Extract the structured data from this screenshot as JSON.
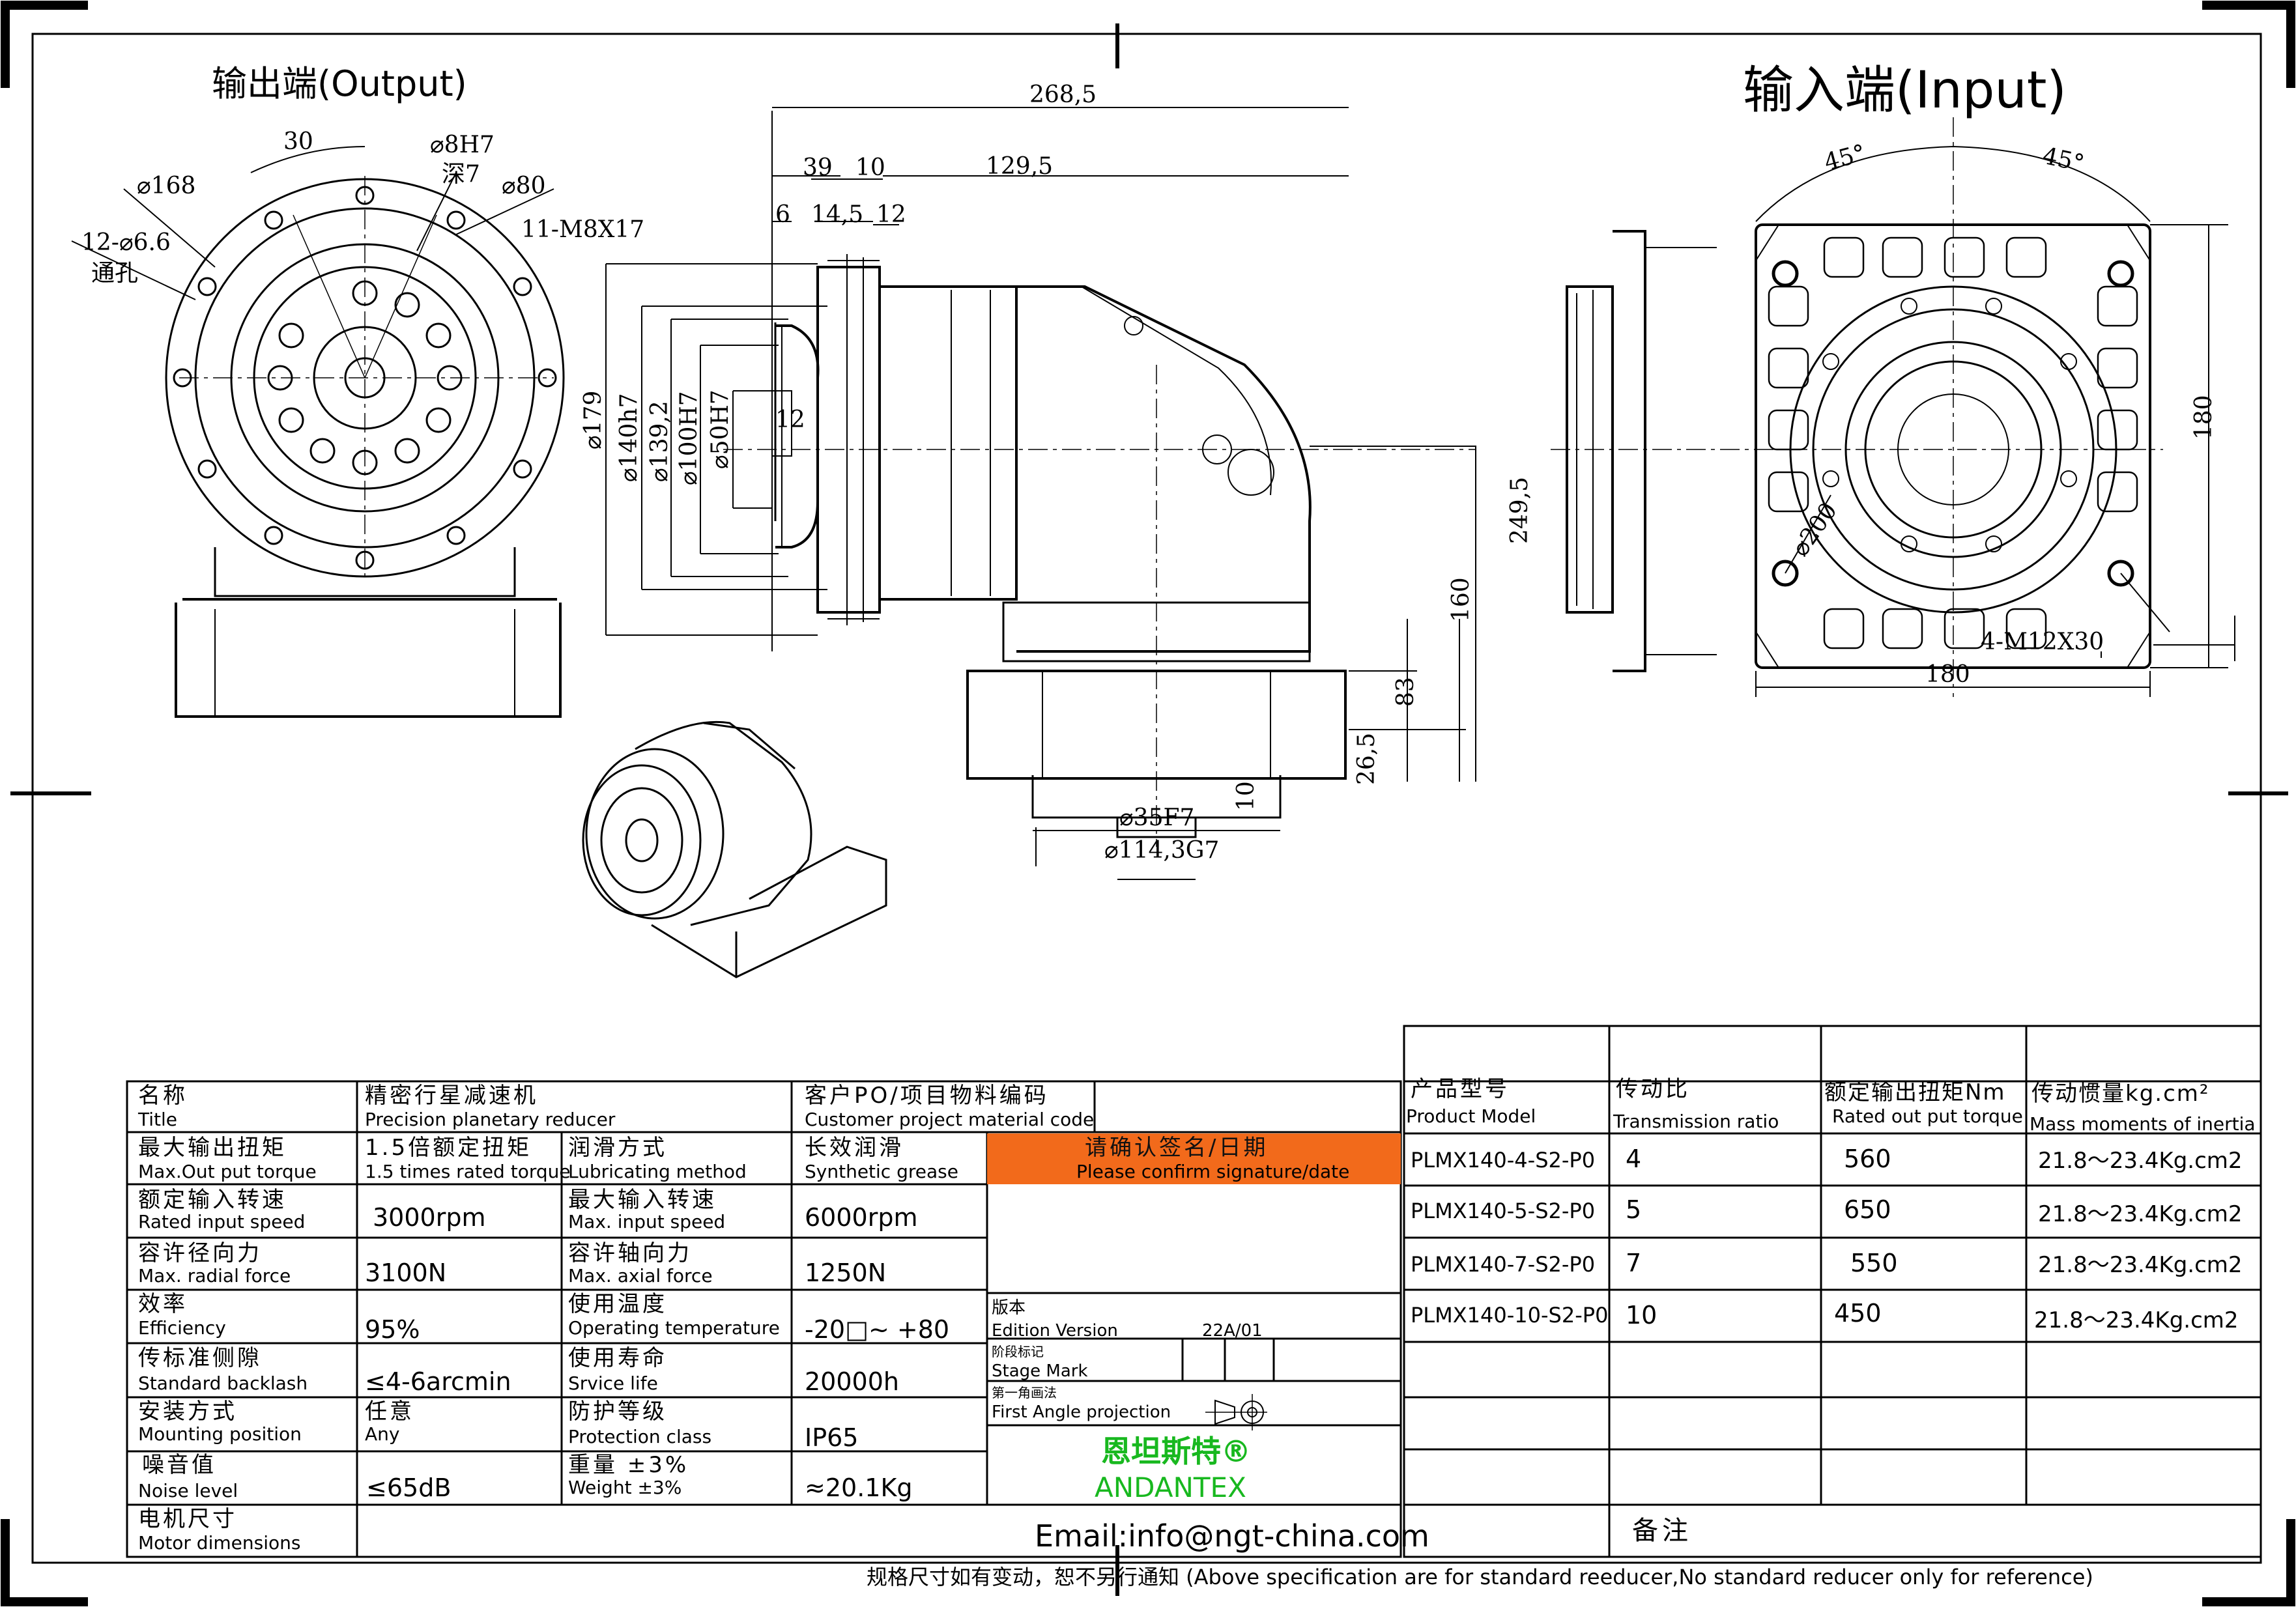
{
  "views": {
    "output_title": "输出端(Output)",
    "input_title": "输入端(Input)"
  },
  "dims": {
    "output": [
      "30",
      "⌀8H7",
      "深7",
      "⌀168",
      "⌀80",
      "11-M8X17",
      "12-⌀6.6",
      "通孔"
    ],
    "side": [
      "268,5",
      "39",
      "10",
      "129,5",
      "6",
      "14,5",
      "12",
      "⌀179",
      "⌀140h7",
      "⌀139,2",
      "⌀100H7",
      "⌀50H7",
      "12",
      "249,5",
      "160",
      "83",
      "26,5",
      "10",
      "⌀35F7",
      "⌀114,3G7"
    ],
    "input": [
      "45°",
      "45°",
      "180",
      "⌀200",
      "4-M12X30",
      "180"
    ]
  },
  "spec_table": {
    "title_zh": "名称",
    "title_en": "Title",
    "title_value_zh": "精密行星减速机",
    "title_value_en": "Precision planetary reducer",
    "customer_zh": "客户PO/项目物料编码",
    "customer_en": "Customer project material code",
    "rows": [
      {
        "l1_zh": "最大输出扭矩",
        "l1_en": "Max.Out put torque",
        "v1_zh": "1.5倍额定扭矩",
        "v1_en": "1.5 times rated torque",
        "l2_zh": "润滑方式",
        "l2_en": "Lubricating method",
        "v2_zh": "长效润滑",
        "v2_en": "Synthetic grease"
      },
      {
        "l1_zh": "额定输入转速",
        "l1_en": "Rated input speed",
        "v1": "3000rpm",
        "l2_zh": "最大输入转速",
        "l2_en": "Max. input speed",
        "v2": "6000rpm"
      },
      {
        "l1_zh": "容许径向力",
        "l1_en": "Max. radial force",
        "v1": "3100N",
        "l2_zh": "容许轴向力",
        "l2_en": "Max. axial force",
        "v2": "1250N"
      },
      {
        "l1_zh": "效率",
        "l1_en": "Efficiency",
        "v1": "95%",
        "l2_zh": "使用温度",
        "l2_en": "Operating temperature",
        "v2": "-20□~ +80"
      },
      {
        "l1_zh": "传标准侧隙",
        "l1_en": "Standard backlash",
        "v1": "≤4-6arcmin",
        "l2_zh": "使用寿命",
        "l2_en": "Srvice life",
        "v2": "20000h"
      },
      {
        "l1_zh": "安装方式",
        "l1_en": "Mounting position",
        "v1_zh": "任意",
        "v1_en": "Any",
        "l2_zh": "防护等级",
        "l2_en": "Protection class",
        "v2": "IP65"
      },
      {
        "l1_zh": "噪音值",
        "l1_en": "Noise level",
        "v1": "≤65dB",
        "l2_zh": "重量 ±3%",
        "l2_en": "Weight ±3%",
        "v2": "≈20.1Kg"
      },
      {
        "l1_zh": "电机尺寸",
        "l1_en": "Motor dimensions"
      }
    ]
  },
  "confirm": {
    "zh": "请确认签名/日期",
    "en": "Please confirm signature/date"
  },
  "edition": {
    "zh": "版本",
    "en": "Edition Version",
    "value": "22A/01"
  },
  "stage": {
    "zh": "阶段标记",
    "en": "Stage Mark"
  },
  "projection": {
    "zh": "第一角画法",
    "en": "First Angle projection"
  },
  "brand": {
    "zh": "恩坦斯特®",
    "en": "ANDANTEX"
  },
  "email": "Email:info@ngt-china.com",
  "remark": "备注",
  "models": {
    "headers": [
      {
        "zh": "产品型号",
        "en": "Product Model"
      },
      {
        "zh": "传动比",
        "en": "Transmission ratio"
      },
      {
        "zh": "额定输出扭矩Nm",
        "en": "Rated out put torque"
      },
      {
        "zh": "传动惯量kg.cm²",
        "en": "Mass moments of inertia"
      }
    ],
    "rows": [
      {
        "model": "PLMX140-4-S2-P0",
        "ratio": "4",
        "torque": "560",
        "inertia": "21.8～23.4Kg.cm2"
      },
      {
        "model": "PLMX140-5-S2-P0",
        "ratio": "5",
        "torque": "650",
        "inertia": "21.8～23.4Kg.cm2"
      },
      {
        "model": "PLMX140-7-S2-P0",
        "ratio": "7",
        "torque": "550",
        "inertia": "21.8～23.4Kg.cm2"
      },
      {
        "model": "PLMX140-10-S2-P0",
        "ratio": "10",
        "torque": "450",
        "inertia": "21.8～23.4Kg.cm2"
      }
    ]
  },
  "footer": "规格尺寸如有变动，恕不另行通知 (Above specification are for standard reeducer,No standard reducer only for reference)"
}
